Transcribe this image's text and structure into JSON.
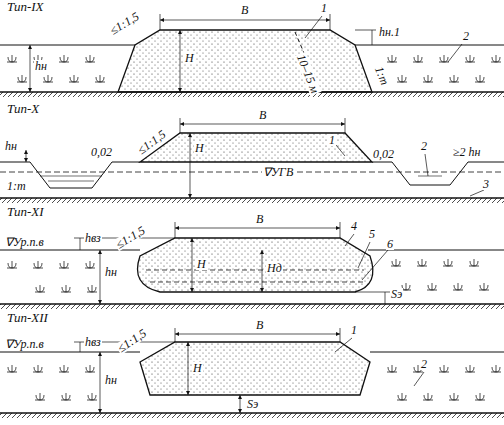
{
  "diagram": {
    "labels": [
      "Тип-IX",
      "B",
      "1",
      "≤1:1,5",
      "H",
      "hн",
      "hн.1",
      "10–15 м",
      "1:m",
      "2",
      "Тип-X",
      "hн",
      "0,02",
      "≤1:1,5",
      "B",
      "H",
      "∇УГВ",
      "1",
      "0,02",
      "2",
      "≥2 hн",
      "1:m",
      "3",
      "Тип-XI",
      "B",
      "4",
      "5",
      "6",
      "∇Ур.п.в",
      "hвз",
      "hн",
      "≤1:1,5",
      "H",
      "Hд",
      "Sэ",
      "Тип-XII",
      "B",
      "1",
      "∇Ур.п.в",
      "hвз",
      "hн",
      "≤1:1,5",
      "H",
      "Sэ",
      "2"
    ]
  }
}
